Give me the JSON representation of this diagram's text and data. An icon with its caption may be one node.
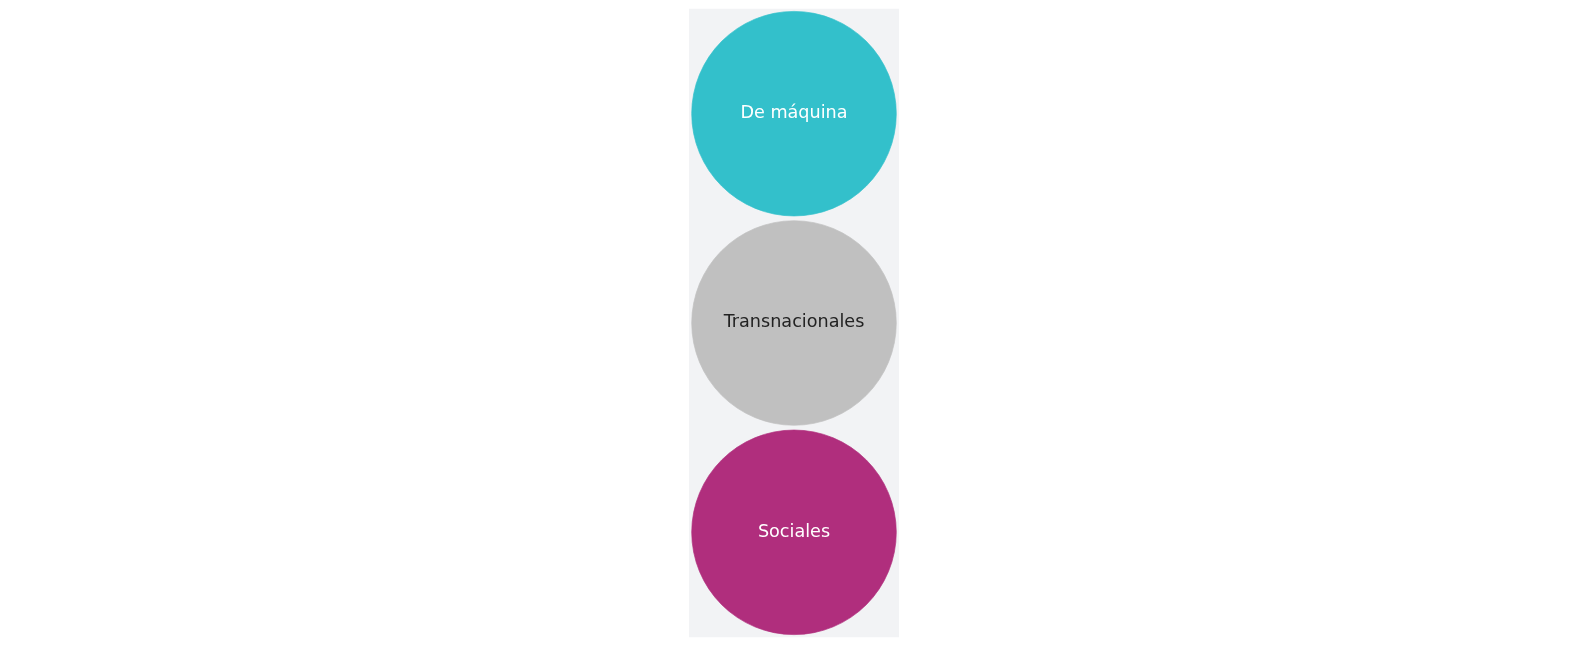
{
  "diagram": {
    "nodes": [
      {
        "text": [
          "De máquina"
        ]
      },
      {
        "text": [
          "Transnacionales"
        ]
      },
      {
        "text": [
          "Sociales"
        ]
      }
    ]
  }
}
